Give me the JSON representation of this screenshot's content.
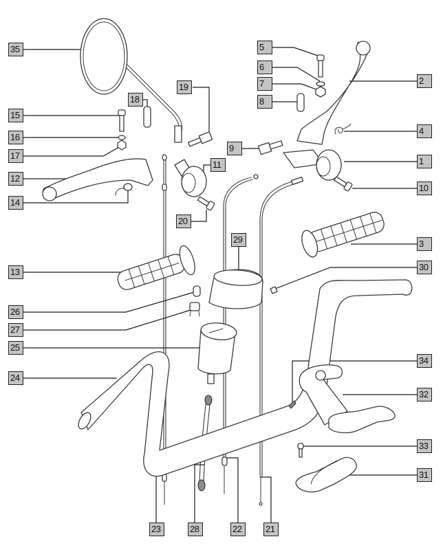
{
  "diagram": {
    "title": "Handlebar assembly exploded parts diagram",
    "label_fill": "#c4c4c4",
    "label_border": "#222222",
    "line_color": "#3a3a3a",
    "callouts": [
      {
        "id": "35",
        "part": "mirror"
      },
      {
        "id": "5",
        "part": "lever-pivot-bolt-right"
      },
      {
        "id": "6",
        "part": "washer-right"
      },
      {
        "id": "7",
        "part": "nut-right"
      },
      {
        "id": "8",
        "part": "cable-pin-right"
      },
      {
        "id": "2",
        "part": "front-brake-lever"
      },
      {
        "id": "19",
        "part": "cable-adjuster-left"
      },
      {
        "id": "18",
        "part": "cable-pin-left"
      },
      {
        "id": "15",
        "part": "lever-pivot-bolt-left"
      },
      {
        "id": "16",
        "part": "washer-left"
      },
      {
        "id": "17",
        "part": "nut-left"
      },
      {
        "id": "4",
        "part": "lever-spring"
      },
      {
        "id": "9",
        "part": "cable-adjuster-right"
      },
      {
        "id": "11",
        "part": "clutch-lever-bracket"
      },
      {
        "id": "1",
        "part": "brake-lever-bracket"
      },
      {
        "id": "12",
        "part": "clutch-lever"
      },
      {
        "id": "14",
        "part": "lever-spring-left"
      },
      {
        "id": "10",
        "part": "bracket-clamp-bolt-right"
      },
      {
        "id": "20",
        "part": "bracket-clamp-bolt-left"
      },
      {
        "id": "29",
        "part": "speedometer-cover"
      },
      {
        "id": "3",
        "part": "throttle-grip"
      },
      {
        "id": "13",
        "part": "left-grip"
      },
      {
        "id": "30",
        "part": "cover-screw"
      },
      {
        "id": "26",
        "part": "bulb"
      },
      {
        "id": "27",
        "part": "bulb-holder"
      },
      {
        "id": "25",
        "part": "speedometer"
      },
      {
        "id": "24",
        "part": "handlebar"
      },
      {
        "id": "34",
        "part": "bracket-screw"
      },
      {
        "id": "32",
        "part": "upper-clamp-with-speedo-bracket"
      },
      {
        "id": "33",
        "part": "clamp-bolt"
      },
      {
        "id": "31",
        "part": "lower-handlebar-clamp"
      },
      {
        "id": "23",
        "part": "clutch-cable"
      },
      {
        "id": "28",
        "part": "speedometer-cable"
      },
      {
        "id": "22",
        "part": "throttle-cable"
      },
      {
        "id": "21",
        "part": "front-brake-cable"
      }
    ]
  }
}
